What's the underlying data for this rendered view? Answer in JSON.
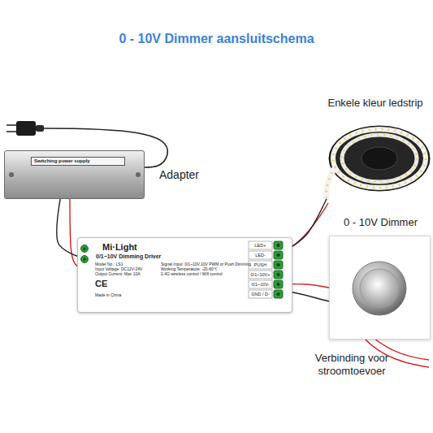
{
  "diagram": {
    "title": "0 - 10V Dimmer aansluitschema",
    "nodes": [
      {
        "text": [
          "Switching power supply"
        ]
      },
      {
        "text": [
          "Mi·Light",
          "0/1~10V Dimming Driver"
        ]
      },
      {
        "text": [
          "Enkele kleur ledstrip"
        ]
      },
      {
        "text": [
          "0 - 10V Dimmer"
        ]
      }
    ],
    "edges": [
      {
        "from": 0,
        "to": 1,
        "arrow": "none"
      },
      {
        "from": 1,
        "to": 2,
        "arrow": "none"
      },
      {
        "from": 1,
        "to": 3,
        "arrow": "none"
      }
    ],
    "labels": [
      "Adapter",
      "LED+",
      "LED-",
      "PUSH",
      "0/1~10V+",
      "0/1~10V-",
      "GND / D-",
      "Model No.: LS1",
      "Input Voltage: DC12V-24V",
      "Output Current: Max 10A",
      "Signal Input: 0/1~10V,10V PWM or Push Dimming",
      "Working Temperature: -20-60℃",
      "2.4G wireless control / Wifi control",
      "CE",
      "Made in China",
      "Verbinding voor stroomtoevoer"
    ]
  }
}
